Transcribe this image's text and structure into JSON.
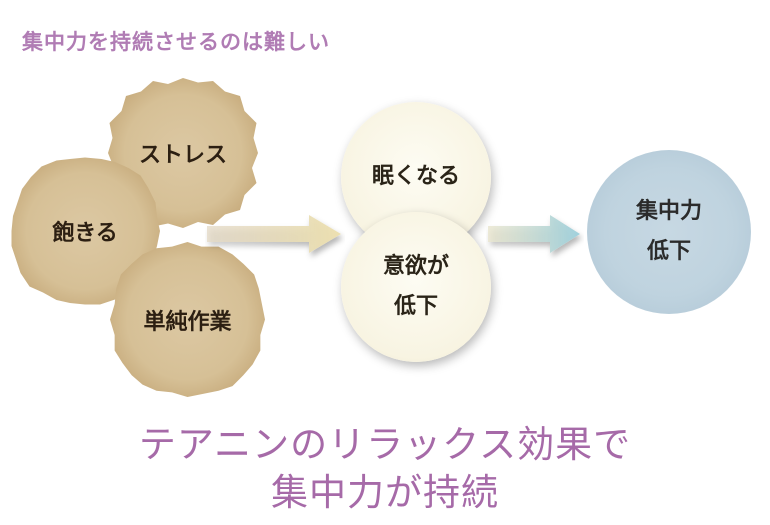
{
  "header": {
    "title": "集中力を持続させるのは難しい"
  },
  "causes": {
    "stress": "ストレス",
    "akiru": "飽きる",
    "tanjun": "単純作業"
  },
  "effects": {
    "nemu": "眠くなる",
    "iyoku_line1": "意欲が",
    "iyoku_line2": "低下"
  },
  "result": {
    "line1": "集中力",
    "line2": "低下"
  },
  "conclusion": {
    "line1": "テアニンのリラックス効果で",
    "line2": "集中力が持続"
  },
  "colors": {
    "title": "#b07cb4",
    "conclusion": "#a66aa8",
    "burnt_circle": "#d6c096",
    "cream_circle": "#f8f4e2",
    "result_circle": "#bfd3df",
    "arrow1": "#e9ddb0",
    "arrow2": "#a9d3dc"
  }
}
